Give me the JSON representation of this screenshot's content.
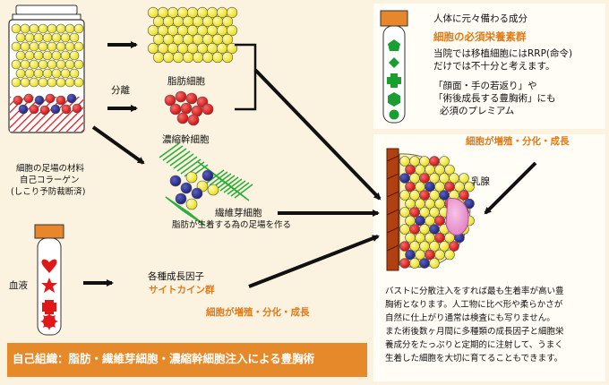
{
  "labels": {
    "fat_cells": "脂肪細胞",
    "bunri": "分離",
    "stem_cells": "濃縮幹細胞",
    "scaffold_1": "細胞の足場の材料",
    "scaffold_2": "自己コラーゲン",
    "scaffold_3": "(しこり予防裁断済)",
    "fibroblast": "繊維芽細胞",
    "fibroblast_sub": "脂肪が生着する為の足場を作る",
    "blood": "血液",
    "growth_factor": "各種成長因子",
    "cytokine": "サイトカイン群",
    "proliferate_bottom": "細胞が増殖・分化・成長",
    "banner": "自己組織：脂肪・繊維芽細胞・濃縮幹細胞注入による豊胸術"
  },
  "right_panel": {
    "title": "人体に元々備わる成分",
    "subtitle": "細胞の必須栄養素群",
    "line1": "当院では移植細胞にはRRP(命令)",
    "line2": "だけでは不十分と考えます。",
    "line3": "「顔面・手の若返り」や",
    "line4": "「術後成長する豊胸術」にも",
    "line5": "必須のプレミアム",
    "proliferate_top": "細胞が増殖・分化・成長",
    "mammary": "乳腺",
    "desc1": "バストに分散注入をすれば最も生着率が高い豊",
    "desc2": "胸術となります。人工物に比べ形や柔らかさが",
    "desc3": "自然に仕上がり通常は検査にも写りません。",
    "desc4": "また術後数ヶ月間に多種類の成長因子と細胞栄",
    "desc5": "養成分をたっぷりと定期的に注射して、うまく",
    "desc6": "生着した細胞を大切に育てることもできます。"
  },
  "colors": {
    "yellow_cell": "#f4ee3a",
    "red_cell": "#e01818",
    "blue_cell": "#2a2f8a",
    "green_fiber": "#2fae3c",
    "orange_text": "#e07a16",
    "banner": "#e5892a",
    "tube_cap": "#e8862c"
  }
}
